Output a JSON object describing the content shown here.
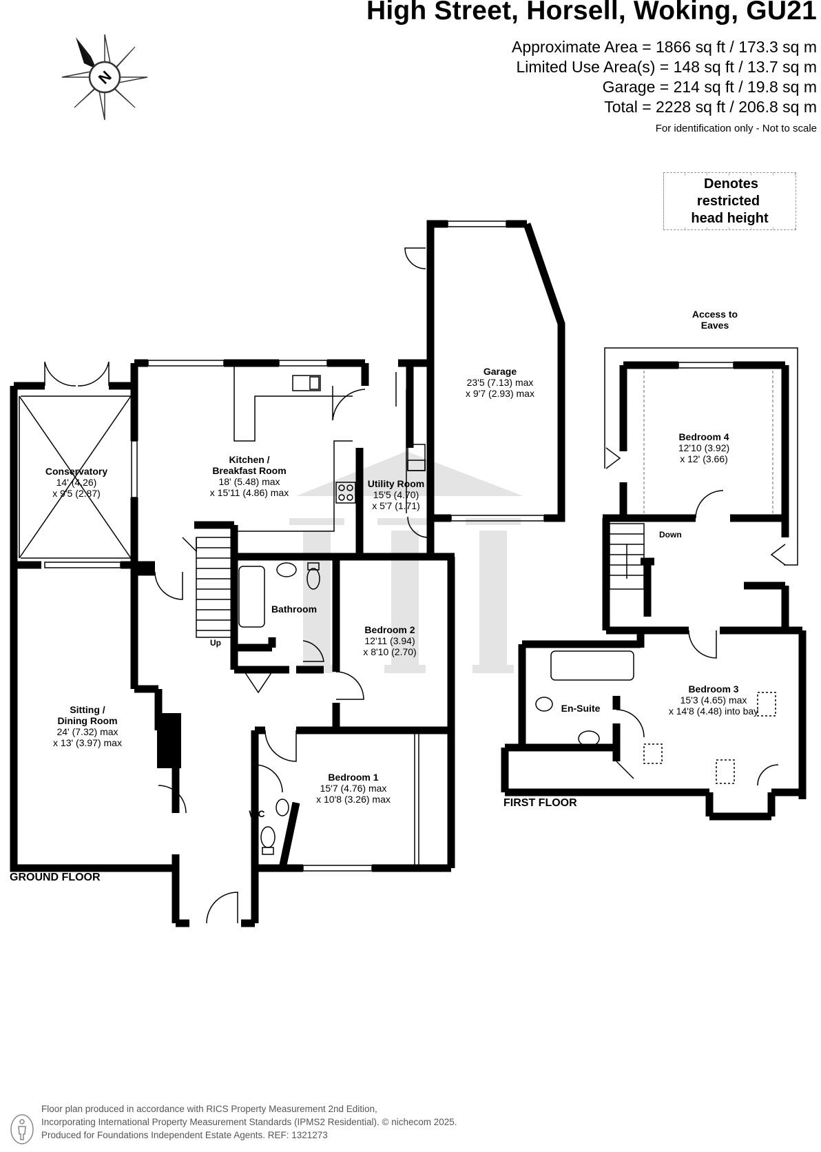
{
  "header": {
    "title": "High Street, Horsell, Woking, GU21",
    "area_lines": [
      "Approximate Area = 1866 sq ft / 173.3 sq m",
      "Limited Use Area(s) = 148 sq ft / 13.7 sq m",
      "Garage = 214 sq ft / 19.8 sq m",
      "Total = 2228 sq ft / 206.8 sq m"
    ],
    "note": "For identification only - Not to scale"
  },
  "compass": {
    "letter": "N"
  },
  "legend": {
    "line1": "Denotes restricted",
    "line2": "head height"
  },
  "floors": {
    "ground": "GROUND FLOOR",
    "first": "FIRST FLOOR"
  },
  "rooms": {
    "conservatory": {
      "name": "Conservatory",
      "dim1": "14' (4.26)",
      "dim2": "x 9'5 (2.87)"
    },
    "kitchen": {
      "name1": "Kitchen /",
      "name2": "Breakfast Room",
      "dim1": "18' (5.48) max",
      "dim2": "x 15'11 (4.86) max"
    },
    "utility": {
      "name": "Utility Room",
      "dim1": "15'5 (4.70)",
      "dim2": "x 5'7 (1.71)"
    },
    "garage": {
      "name": "Garage",
      "dim1": "23'5 (7.13) max",
      "dim2": "x 9'7 (2.93) max"
    },
    "bathroom": {
      "name": "Bathroom"
    },
    "bedroom2": {
      "name": "Bedroom 2",
      "dim1": "12'11 (3.94)",
      "dim2": "x 8'10 (2.70)"
    },
    "sitting": {
      "name1": "Sitting /",
      "name2": "Dining Room",
      "dim1": "24' (7.32) max",
      "dim2": "x 13' (3.97) max"
    },
    "bedroom1": {
      "name": "Bedroom 1",
      "dim1": "15'7 (4.76) max",
      "dim2": "x 10'8 (3.26) max"
    },
    "wc": {
      "name": "WC"
    },
    "bedroom4": {
      "name": "Bedroom 4",
      "dim1": "12'10 (3.92)",
      "dim2": "x 12' (3.66)"
    },
    "bedroom3": {
      "name": "Bedroom 3",
      "dim1": "15'3 (4.65) max",
      "dim2": "x 14'8 (4.48) into bay"
    },
    "ensuite": {
      "name": "En-Suite"
    }
  },
  "labels": {
    "up": "Up",
    "down": "Down",
    "eaves1": "Access to",
    "eaves2": "Eaves"
  },
  "footer": {
    "line1": "Floor plan produced in accordance with RICS Property Measurement 2nd Edition,",
    "line2": "Incorporating International Property Measurement Standards (IPMS2 Residential).  © nichecom 2025.",
    "line3": "Produced for Foundations Independent Estate Agents.   REF: 1321273"
  },
  "colors": {
    "wall": "#000000",
    "watermark": "#e3e3e3",
    "text": "#000000",
    "footer": "#555555"
  }
}
